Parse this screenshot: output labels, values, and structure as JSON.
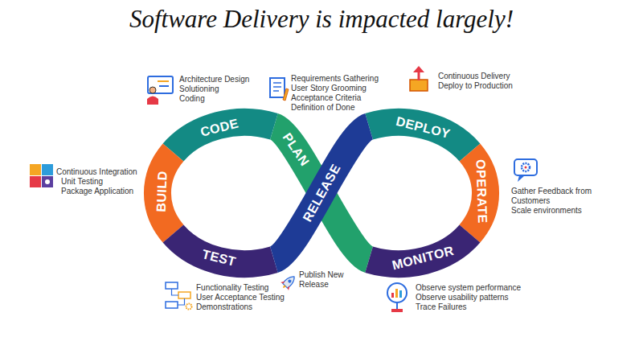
{
  "diagram": {
    "title": "Software Delivery is impacted largely!",
    "nodes": [
      {
        "text": [
          "CODE"
        ]
      },
      {
        "text": [
          "PLAN"
        ]
      },
      {
        "text": [
          "DEPLOY"
        ]
      },
      {
        "text": [
          "BUILD"
        ]
      },
      {
        "text": [
          "RELEASE"
        ]
      },
      {
        "text": [
          "OPERATE"
        ]
      },
      {
        "text": [
          "TEST"
        ]
      },
      {
        "text": [
          "MONITOR"
        ]
      }
    ],
    "labels": [
      "Architecture Design",
      "Solutioning",
      "Coding",
      "Requirements Gathering",
      "User Story Grooming",
      "Acceptance Criteria",
      "Definition of Done",
      "Continuous Delivery",
      "Deploy to Production",
      "Continuous Integration",
      "Unit Testing",
      "Package Application",
      "Gather Feedback from Customers",
      "Scale environments",
      "Publish New Release",
      "Functionality Testing",
      "User Acceptance Testing",
      "Demonstrations",
      "Observe system performance",
      "Observe usability patterns",
      "Trace Failures"
    ]
  }
}
